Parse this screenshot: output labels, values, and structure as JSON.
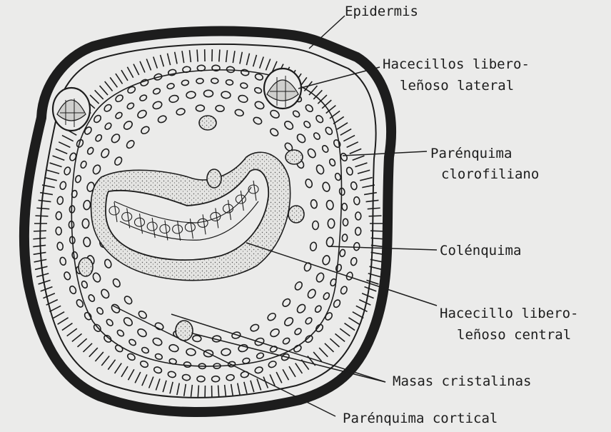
{
  "figure": {
    "labels": {
      "epidermis": "Epidermis",
      "hacecillos_lateral_1": "Hacecillos libero-",
      "hacecillos_lateral_2": "leñoso lateral",
      "parenquima_clorofiliano_1": "Parénquima",
      "parenquima_clorofiliano_2": "clorofiliano",
      "colenquima": "Colénquima",
      "hacecillo_central_1": "Hacecillo libero-",
      "hacecillo_central_2": "leñoso central",
      "masas_cristalinas": "Masas cristalinas",
      "parenquima_cortical": "Parénquima cortical"
    },
    "colors": {
      "ink": "#1d1d1d",
      "paper": "#ebebea",
      "bleed": "#c9c9c6"
    }
  }
}
